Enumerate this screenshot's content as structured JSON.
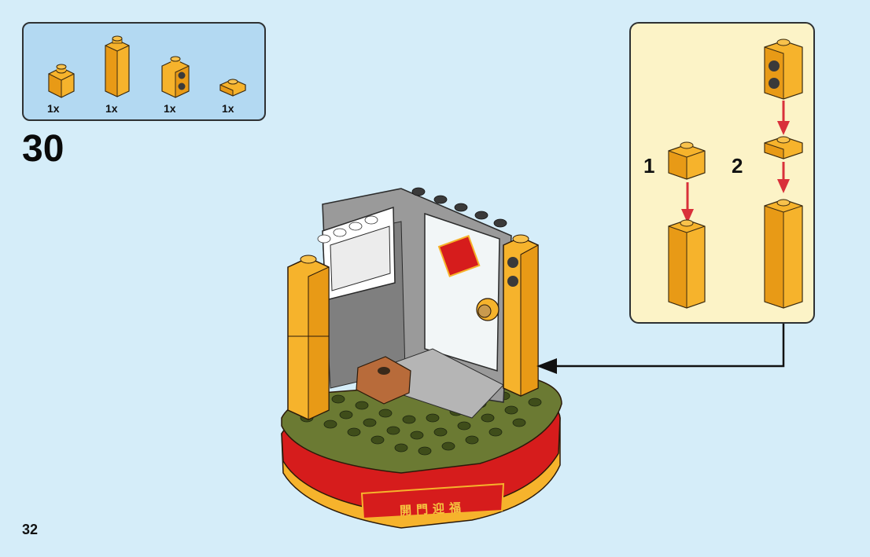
{
  "step": {
    "number": "30"
  },
  "page": {
    "number": "32"
  },
  "parts_list": [
    {
      "quantity": "1x",
      "part": "yellow-1x1-brick-icon"
    },
    {
      "quantity": "1x",
      "part": "yellow-1x1x3-brick-icon"
    },
    {
      "quantity": "1x",
      "part": "yellow-1x1-brick-with-studs-on-side-icon"
    },
    {
      "quantity": "1x",
      "part": "yellow-1x1-plate-icon"
    }
  ],
  "sub_assembly": {
    "step_1_label": "1",
    "step_2_label": "2"
  },
  "banner": {
    "text": "開門迎福"
  },
  "colors": {
    "background": "#d5edf9",
    "parts_box": "#b3d9f2",
    "sub_box": "#fcf3c7",
    "brick_yellow": "#f6b32c",
    "base_green": "#6b7a33",
    "base_red": "#d61c1c",
    "arrow_red": "#d9303a"
  }
}
